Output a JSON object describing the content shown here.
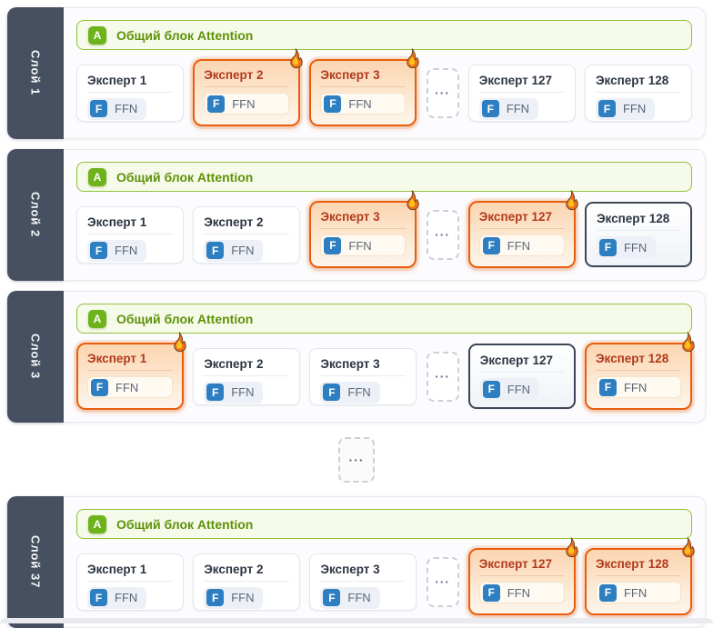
{
  "page": {
    "attention_label": "Общий блок Attention",
    "attention_badge": "A",
    "ffn_label": "FFN",
    "ffn_badge": "F",
    "ellipsis": "···",
    "layers_ellipsis": "···",
    "colors": {
      "sidebar": "#475060",
      "attention_text": "#5f920a",
      "attention_border": "#92c13d",
      "attention_badge_bg": "#6eb31c",
      "hot_border": "#e95d0d",
      "hot_title": "#b23a1c",
      "outlined_border": "#3d4757",
      "ffn_badge_bg": "#2e7fc2"
    },
    "layers": [
      {
        "label": "Слой 1",
        "experts": [
          {
            "name": "Эксперт 1",
            "state": "normal"
          },
          {
            "name": "Эксперт 2",
            "state": "hot"
          },
          {
            "name": "Эксперт 3",
            "state": "hot"
          },
          {
            "state": "ellipsis"
          },
          {
            "name": "Эксперт 127",
            "state": "normal"
          },
          {
            "name": "Эксперт 128",
            "state": "normal"
          }
        ]
      },
      {
        "label": "Слой 2",
        "experts": [
          {
            "name": "Эксперт 1",
            "state": "normal"
          },
          {
            "name": "Эксперт 2",
            "state": "normal"
          },
          {
            "name": "Эксперт 3",
            "state": "hot"
          },
          {
            "state": "ellipsis"
          },
          {
            "name": "Эксперт 127",
            "state": "hot"
          },
          {
            "name": "Эксперт 128",
            "state": "outlined"
          }
        ]
      },
      {
        "label": "Слой 3",
        "experts": [
          {
            "name": "Эксперт 1",
            "state": "hot"
          },
          {
            "name": "Эксперт 2",
            "state": "normal"
          },
          {
            "name": "Эксперт 3",
            "state": "normal"
          },
          {
            "state": "ellipsis"
          },
          {
            "name": "Эксперт 127",
            "state": "outlined"
          },
          {
            "name": "Эксперт 128",
            "state": "hot"
          }
        ]
      },
      {
        "label": "Слой 37",
        "experts": [
          {
            "name": "Эксперт 1",
            "state": "normal"
          },
          {
            "name": "Эксперт 2",
            "state": "normal"
          },
          {
            "name": "Эксперт 3",
            "state": "normal"
          },
          {
            "state": "ellipsis"
          },
          {
            "name": "Эксперт 127",
            "state": "hot"
          },
          {
            "name": "Эксперт 128",
            "state": "hot"
          }
        ]
      }
    ]
  }
}
